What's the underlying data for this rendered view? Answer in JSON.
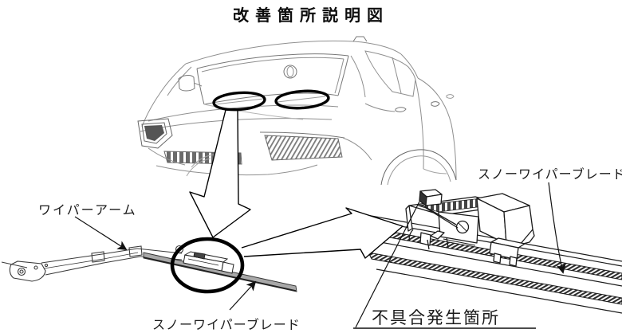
{
  "page": {
    "title": "改善箇所説明図",
    "background": "#ffffff"
  },
  "callouts": {
    "wiper_arm": {
      "label": "ワイパーアーム"
    },
    "snow_wiper_blade_left": {
      "label": "スノーワイパーブレード"
    },
    "snow_wiper_blade_right": {
      "label": "スノーワイパーブレード"
    },
    "defect_location": {
      "label": "不具合発生箇所"
    }
  },
  "colors": {
    "highlight_line": "#000000",
    "diagram_line": "#1a1a1a",
    "car_sketch_line": "#8f8f8f",
    "blade_fill": "#a8a8a8"
  }
}
